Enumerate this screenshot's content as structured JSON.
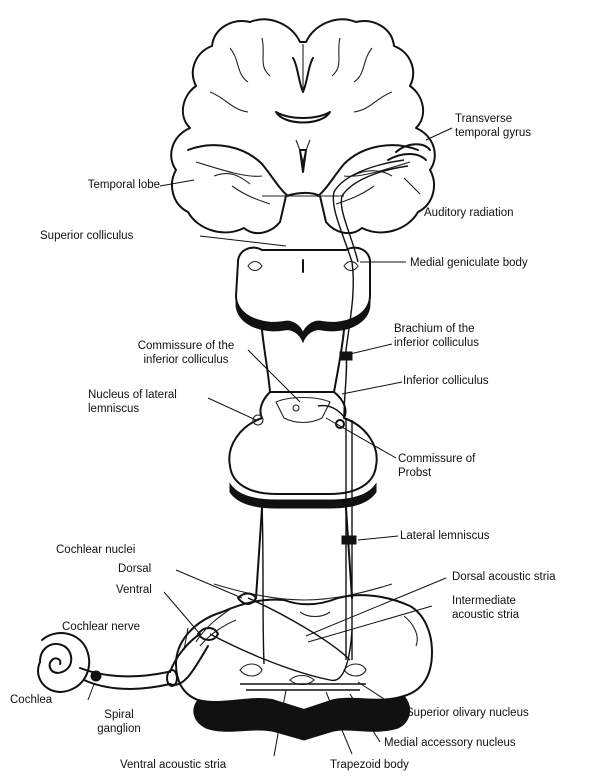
{
  "labels": {
    "transverse_temporal_gyrus": "Transverse\ntemporal gyrus",
    "temporal_lobe": "Temporal lobe",
    "auditory_radiation": "Auditory radiation",
    "superior_colliculus": "Superior colliculus",
    "medial_geniculate_body": "Medial geniculate body",
    "brachium_inferior_colliculus": "Brachium of the\ninferior colliculus",
    "commissure_inferior_colliculus": "Commissure of the\ninferior colliculus",
    "inferior_colliculus": "Inferior colliculus",
    "nucleus_lateral_lemniscus": "Nucleus of lateral\nlemniscus",
    "commissure_probst": "Commissure of\nProbst",
    "lateral_lemniscus": "Lateral lemniscus",
    "cochlear_nuclei": "Cochlear nuclei",
    "dorsal": "Dorsal",
    "ventral": "Ventral",
    "dorsal_acoustic_stria": "Dorsal acoustic stria",
    "intermediate_acoustic_stria": "Intermediate\nacoustic stria",
    "cochlear_nerve": "Cochlear nerve",
    "cochlea": "Cochlea",
    "spiral_ganglion": "Spiral\nganglion",
    "superior_olivary_nucleus": "Superior olivary nucleus",
    "medial_accessory_nucleus": "Medial accessory nucleus",
    "ventral_acoustic_stria": "Ventral acoustic stria",
    "trapezoid_body": "Trapezoid body"
  }
}
